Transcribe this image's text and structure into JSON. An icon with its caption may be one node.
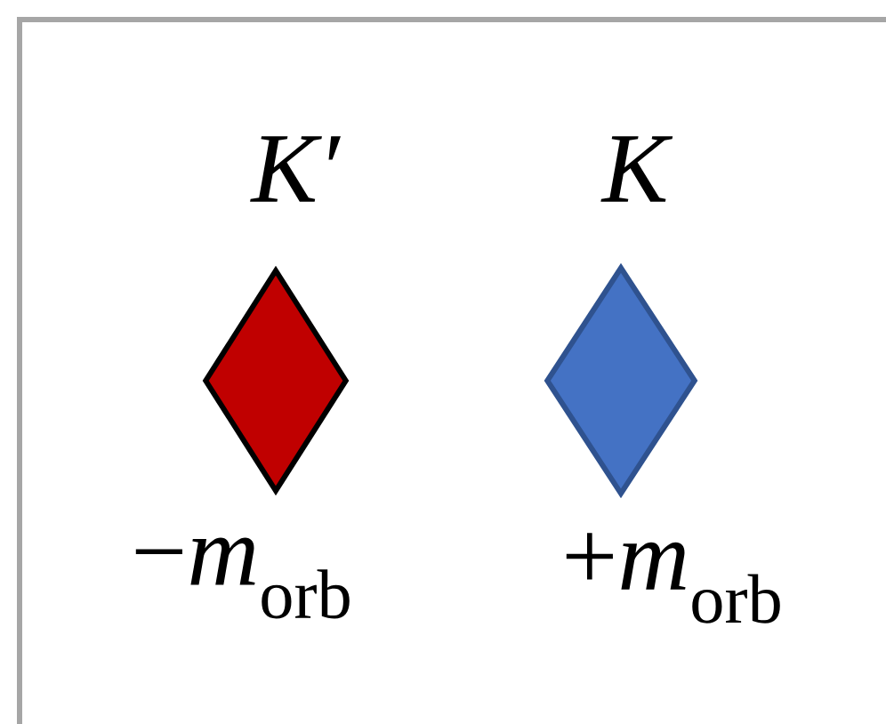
{
  "diagram": {
    "nodes": [
      {
        "text": [],
        "shape": "diamond",
        "beside": [
          "K′",
          "−*m*$_{orb}$"
        ]
      },
      {
        "text": [],
        "shape": "diamond",
        "beside": [
          "K",
          "+*m*$_{orb}$"
        ]
      }
    ]
  }
}
